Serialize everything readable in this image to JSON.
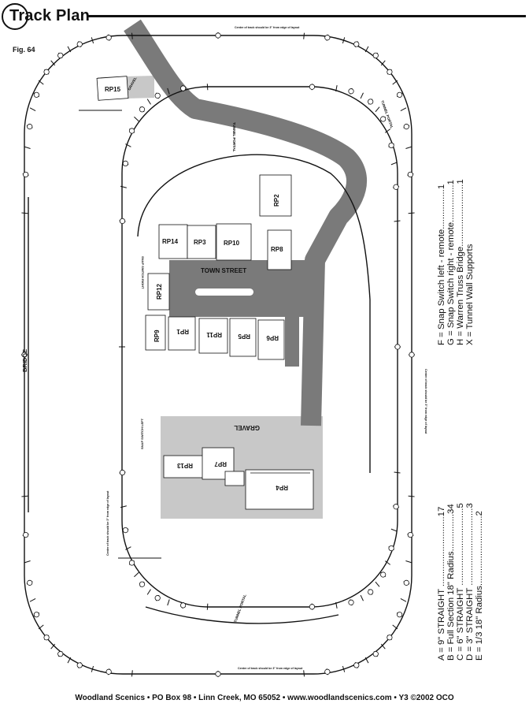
{
  "header": {
    "title": "Track Plan",
    "figure": "Fig. 64"
  },
  "labels": {
    "rp15": "RP15",
    "gravel_small": "GRAVEL",
    "rp2": "RP2",
    "rp14": "RP14",
    "rp3": "RP3",
    "rp10": "RP10",
    "rp8": "RP8",
    "town_street": "TOWN STREET",
    "rp12": "RP12",
    "rp9": "RP9",
    "rp1": "RP1",
    "rp11": "RP11",
    "rp5": "RP5",
    "rp6": "RP6",
    "gravel_big": "GRAVEL",
    "rp13": "RP13",
    "rp7": "RP7",
    "rp4": "RP4",
    "tunnel_portal": "TUNNEL PORTAL",
    "snap_switch_right": "SNAP SWITCH RIGHT",
    "snap_switch_left": "SNAP SWITCH LEFT",
    "bridge": "BRIDGE",
    "center_note": "Center of track should be 3\" from edge of layout"
  },
  "legend_left": [
    "A = 9\" STRAIGHT ............................17",
    "B = Full Section 18\" Radius...............34",
    "C = 6\" STRAIGHT ...............................5",
    "D = 3\" STRAIGHT ...............................3",
    "E = 1/3 18\" Radius............................2"
  ],
  "legend_right": [
    "F = Snap Switch left - remote................1",
    "G = Snap Switch right - remote...............1",
    "H = Warren Truss Bridge.........................1",
    "X = Tunnel Wall Supports"
  ],
  "footer": "Woodland Scenics • PO Box 98 • Linn Creek, MO 65052 • www.woodlandscenics.com • Y3  ©2002 OCO"
}
